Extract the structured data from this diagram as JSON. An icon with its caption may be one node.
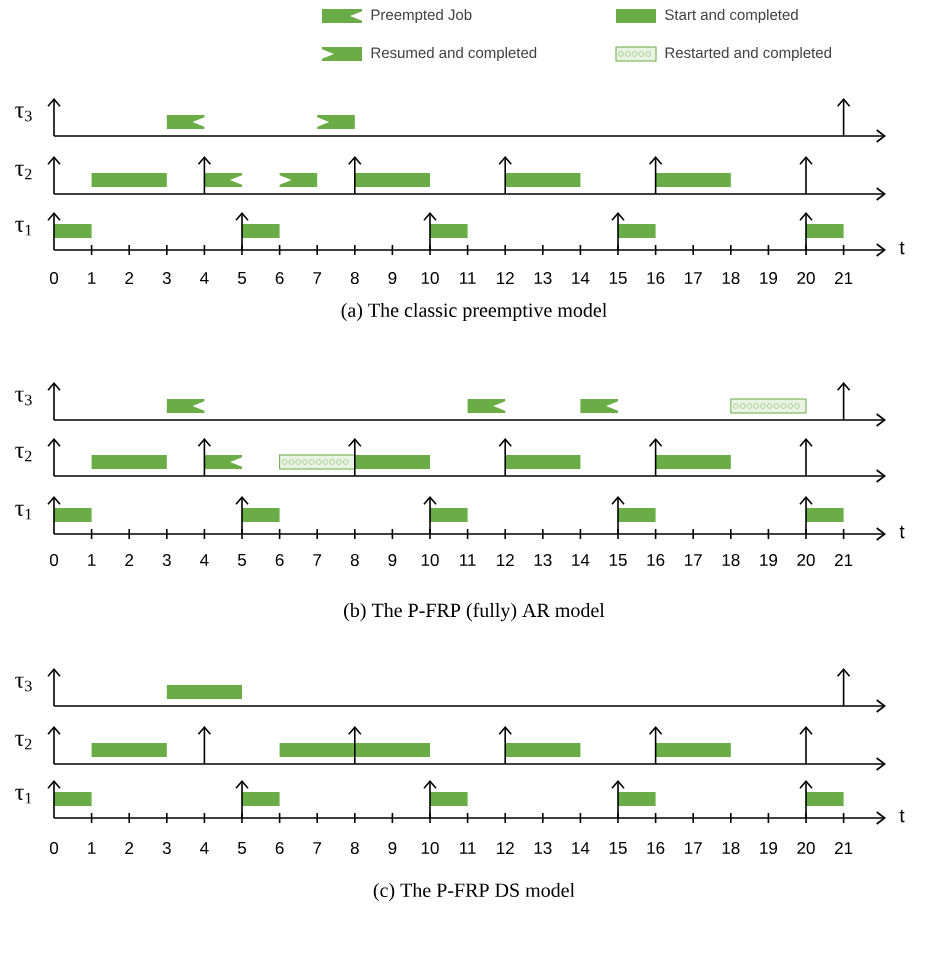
{
  "diagram": {
    "legend": [
      {
        "text": "Preempted Job"
      },
      {
        "text": "Start and completed",
        "color": "#6aac46"
      },
      {
        "text": "Resumed and completed"
      },
      {
        "text": "Restarted and completed"
      }
    ],
    "labels": [
      "τ$_{3}$",
      "τ$_{2}$",
      "τ$_{1}$",
      "0",
      "1",
      "2",
      "3",
      "4",
      "5",
      "6",
      "7",
      "8",
      "9",
      "10",
      "11",
      "12",
      "13",
      "14",
      "15",
      "16",
      "17",
      "18",
      "19",
      "20",
      "21",
      "t",
      "(a) The classic preemptive model",
      "τ$_{3}$",
      "τ$_{2}$",
      "τ$_{1}$",
      "0",
      "1",
      "2",
      "3",
      "4",
      "5",
      "6",
      "7",
      "8",
      "9",
      "10",
      "11",
      "12",
      "13",
      "14",
      "15",
      "16",
      "17",
      "18",
      "19",
      "20",
      "21",
      "t",
      "(b) The P-FRP (fully) AR model",
      "τ$_{3}$",
      "τ$_{2}$",
      "τ$_{1}$",
      "0",
      "1",
      "2",
      "3",
      "4",
      "5",
      "6",
      "7",
      "8",
      "9",
      "10",
      "11",
      "12",
      "13",
      "14",
      "15",
      "16",
      "17",
      "18",
      "19",
      "20",
      "21",
      "t",
      "(c) The P-FRP DS model"
    ]
  }
}
